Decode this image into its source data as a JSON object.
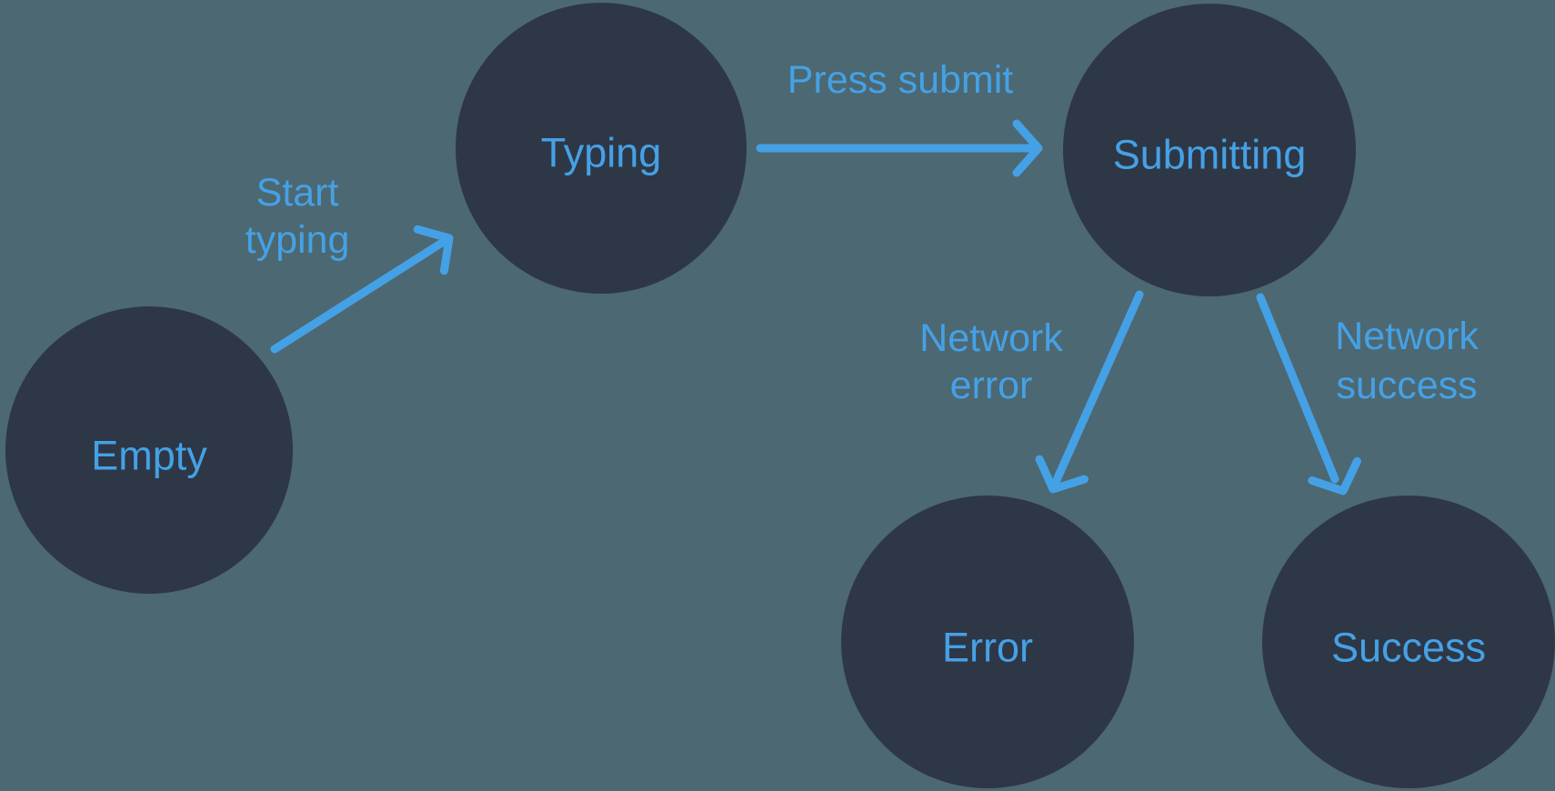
{
  "colors": {
    "background": "#4C6872",
    "node_fill": "#2E3746",
    "accent": "#45A1E6"
  },
  "states": [
    {
      "id": "empty",
      "label": "Empty"
    },
    {
      "id": "typing",
      "label": "Typing"
    },
    {
      "id": "submitting",
      "label": "Submitting"
    },
    {
      "id": "error",
      "label": "Error"
    },
    {
      "id": "success",
      "label": "Success"
    }
  ],
  "transitions": [
    {
      "id": "start-typing",
      "label": "Start typing",
      "from": "empty",
      "to": "typing",
      "lines": [
        "Start",
        "typing"
      ]
    },
    {
      "id": "press-submit",
      "label": "Press submit",
      "from": "typing",
      "to": "submitting",
      "lines": [
        "Press submit"
      ]
    },
    {
      "id": "network-error",
      "label": "Network error",
      "from": "submitting",
      "to": "error",
      "lines": [
        "Network",
        "error"
      ]
    },
    {
      "id": "network-success",
      "label": "Network success",
      "from": "submitting",
      "to": "success",
      "lines": [
        "Network",
        "success"
      ]
    }
  ]
}
